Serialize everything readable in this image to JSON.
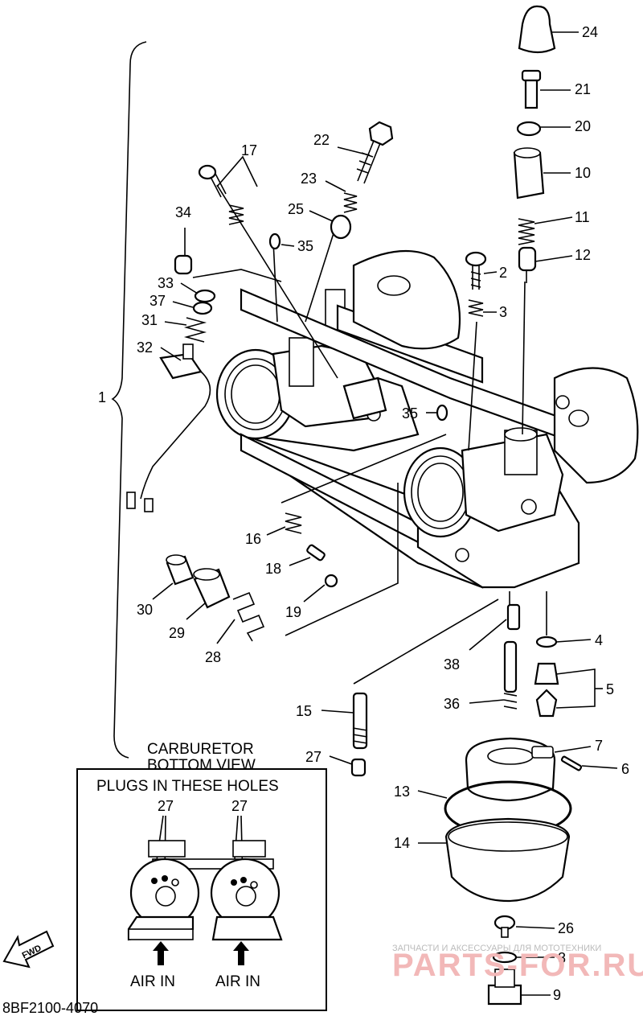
{
  "parts": [
    {
      "n": "1"
    },
    {
      "n": "2"
    },
    {
      "n": "3"
    },
    {
      "n": "4"
    },
    {
      "n": "5"
    },
    {
      "n": "6"
    },
    {
      "n": "7"
    },
    {
      "n": "8"
    },
    {
      "n": "9"
    },
    {
      "n": "10"
    },
    {
      "n": "11"
    },
    {
      "n": "12"
    },
    {
      "n": "13"
    },
    {
      "n": "14"
    },
    {
      "n": "15"
    },
    {
      "n": "16"
    },
    {
      "n": "17"
    },
    {
      "n": "18"
    },
    {
      "n": "19"
    },
    {
      "n": "20"
    },
    {
      "n": "21"
    },
    {
      "n": "22"
    },
    {
      "n": "23"
    },
    {
      "n": "24"
    },
    {
      "n": "25"
    },
    {
      "n": "26"
    },
    {
      "n": "27"
    },
    {
      "n": "28"
    },
    {
      "n": "29"
    },
    {
      "n": "30"
    },
    {
      "n": "31"
    },
    {
      "n": "32"
    },
    {
      "n": "33"
    },
    {
      "n": "34"
    },
    {
      "n": "35"
    },
    {
      "n": "35"
    },
    {
      "n": "36"
    },
    {
      "n": "37"
    },
    {
      "n": "38"
    }
  ],
  "inset": {
    "caption_line1": "CARBURETOR",
    "caption_line2": "BOTTOM VIEW",
    "box_title": "PLUGS IN THESE HOLES",
    "plug_label": "27",
    "air_in": "AIR IN"
  },
  "fwd_label": "FWD",
  "diagram_code": "8BF2100-4070",
  "watermark": {
    "line1": "ЗАПЧАСТИ И АКСЕССУАРЫ ДЛЯ МОТОТЕХНИКИ",
    "line2": "PARTS-FOR.RU"
  }
}
